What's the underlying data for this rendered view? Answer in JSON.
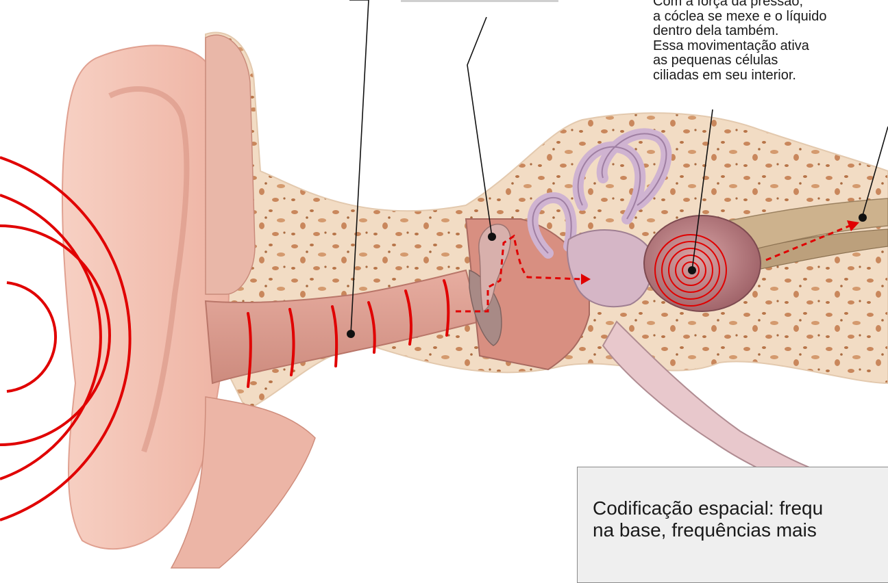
{
  "labels": {
    "cochlea_text": [
      "Com a força da pressão,",
      "a cóclea se mexe e o líquido",
      "dentro dela também.",
      "Essa movimentação ativa",
      "as pequenas células",
      "ciliadas em seu interior."
    ]
  },
  "caption": {
    "lines": [
      "Codificação espacial: frequ",
      "na base, frequências mais"
    ]
  },
  "colors": {
    "sound_wave": "#e00000",
    "skin": "#f3c2b3",
    "bone": "#f2dcc4",
    "bone_spots": "#c9875c",
    "canal": "#d99a8c",
    "cochlea": "#b9858a",
    "semicircular_canals": "#d8c0d8",
    "nerve": "#c8ad86"
  }
}
